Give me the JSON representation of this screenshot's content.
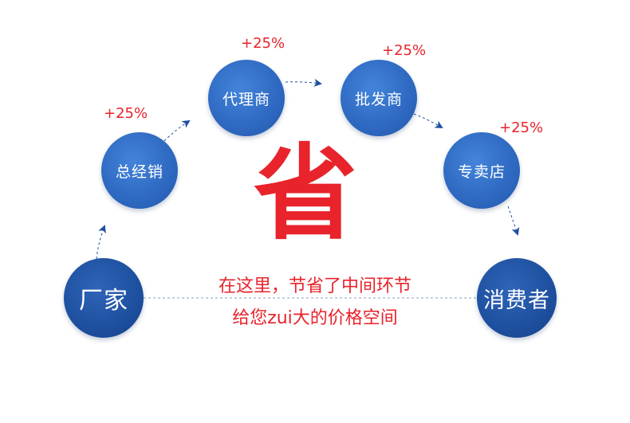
{
  "nodes": {
    "manufacturer": "厂家",
    "general_distributor": "总经销",
    "agent": "代理商",
    "wholesaler": "批发商",
    "retail_store": "专卖店",
    "consumer": "消费者"
  },
  "markups": {
    "general_distributor": "+25%",
    "agent": "+25%",
    "wholesaler": "+25%",
    "retail_store": "+25%"
  },
  "center_char": "省",
  "slogan": {
    "line1": "在这里，节省了中间环节",
    "line2": "给您zui大的价格空间"
  },
  "colors": {
    "node_blue": "#2e68c0",
    "node_dark_blue": "#1d4f9e",
    "accent_red": "#e8232b",
    "arrow": "#1f4f9f",
    "baseline": "#8aa0b8"
  }
}
